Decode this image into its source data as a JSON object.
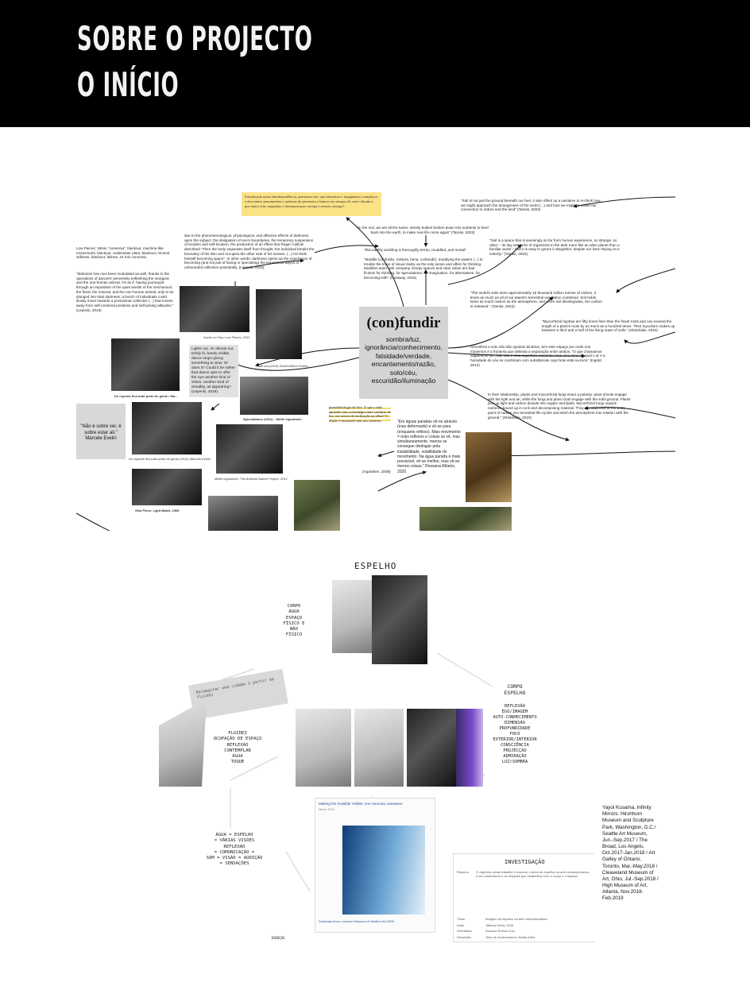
{
  "header": {
    "title_line1": "SOBRE O PROJECTO",
    "title_line2": "O INÍCIO"
  },
  "board": {
    "yellow_note": "Entrelaçada nesta interdependência, questiono-me, que narrativas e imaginários complexos e desviantes pensamentos e práticas de presentes e futuros em tempos de crise climática que tantos fins, angústias e desesperanças carrega e arrasta consigo?",
    "center_word": "(con)fundir",
    "center_pairs": [
      "sombra/luz,",
      "ignorância/conhecimento,",
      "falsidade/verdade,",
      "encantamento/razão,",
      "solo/céu,",
      "escuridão/iluminação"
    ],
    "left_quote": "\"Não é sobre ver, é sobre estar ali.\" Marcele Evelin",
    "notes": {
      "low_pieces": "Low Pieces: 15min \"conversa\", blackout, machine-like movements, blackout, underwater plant, blackout, mineral stillness, blackout, felines, 15 min converse.",
      "darkness": "\"darkness has now been modulated as well, thanks to the operations of dancers' perversely enfleshing the inorganic and the non-human animal. It's as if, having journeyed through an exposition of the quiet worlds of the mechanical, the floral, the mineral, and the non-human animal, only to be plunged into total darkness, a bunch of individuals could slowly move towards a provisional collective (...) that moves away from self-centered positions and self-posing attitudes.\" (Lepecki, 2016)",
      "phenomenological": "due to the phenomenological, physiological, and affective effects of darkness upon the subject: the dissipation of one's boundaries, the temporary suspension of location and self-location, the production of an effect that Roger Caillois described \"Then the body separates itself from thought, the individual breaks the boundary of his skin and occupies the other side of his senses. (...) He feels himself becoming space\". In other words: darkness opens up the experience of becoming (and not just of facing or spectating) the impersonal abyss of unbounded collective potentiality. (Lepecki, 2016)",
      "in_the_soil": "\"In the soil, we are all the same: merely bodies broken down into nutrients to feed back into the earth, to make new life come again\" (Tamás, 2023)",
      "earthly": "\"this earthly worlding is thoroughly terran, muddled, and mortal\"",
      "muddle": "\"Muddle (confusão, mistura, lama, confundir), muddying the waters (...) to trouble the trope of visual clarity as the only sense and affect for thinking. Muddles team with company. Empty spaces and clear vision are bad fictions for thinking, for speculations, for imagination, for alternatives, for becoming-with\" (Haraway, 2016)",
      "not_just_ground": "\"Soil is not just the ground beneath our feet, it also offers us a narrative to re-think how we might approach the strangeness of the world (...) and how we might re-vision our connection to nature and the land\" (Tamás, 2023)",
      "space": "\"Soil is a space that is seemingly so far from human experience, so strange, so other – its tiny networks of organisms in the dark more like an alien planet than a familiar world – that it is easy to ignore it altogether, despite our lives relying on it entirely.\" (Tamás, 2023)",
      "carbon": "\"The world's soils store approximately 15 thousand million tonnes of carbon, 3 times as much as all of our planet's terrestrial vegetation combined. Soil holds twice as much carbon as the atmosphere, and when soil disintegrates, the carbon is released.\" (Tamás, 2023)",
      "hyphae": "\"Mycorrhizal hyphae are fifty times finer than the finest roots and can exceed the length of a plant's roots by as much as a hundred times. Their mycelium makes up between a third and a half of the living mass of soils.\" (Sheldrake, 2023)",
      "atmosfera": "Atmosfera e solo não são opostos binários, tem este espaço por onde nos movemos é a fronteira que delimita a separação entre ambos. \"O que chamamos vagamente de chão não é uma superfície coerente, mas uma zona na qual o ar e a humidade do céu se combinam com substâncias cuja fonte está na terra\" (Ingold, 2012)",
      "relationship": "In their relationship, plants and mycorrhizal fungi enact a polarity: plant shoots engage with the light and air, while the fungi and plant roots engage with the solid ground. Plants pick up light and carbon dioxide into sugars and lipids. Mycorrhizal fungi unpack nutrients bound up in rock and decomposing material. They are stationed at the entry point of carbon into terrestrial life cycles and stitch the atmosphere into relation with the ground.\" (Sheldrake, 2023)",
      "lights_out": "Lights out. Or almost out. Dimly lit, barely visible, dance stops giving something to view. Or does it? Could it be rather that dance opts to offer the eye another kind of vision, another kind of visuality, as appearing? (Lepecki, 2016)",
      "aguas": "\"Em águas paradas vê-se através (mas deformado) e vê-se para (enquanto reflexo). Mais movimento = mais reflexos e coisas se vê, mas simultaneamente, menos se consegue distinguir pela instabilidade, volatilidade do movimento. Na água parada é mais previsível, vê-se melhor, mas vê-se menos coisas.\" Rossana Ribeiro, 2020",
      "yellow_text": "pseudobiologia da lixa. O que a mão aprende com a estratégia entre sombras de luz, em versos de inclinação ao olhar? O objeto é mostrado sem seu contexto.",
      "yellow_text_ref": "(Agamben, 2008)"
    },
    "captions": {
      "c1": "Xavier Le Roy, Low Pieces, 2011",
      "c2": "Fade out (2015) David Wilson Keeley",
      "c3": "De repente fica tudo preto de gente / Ma...",
      "c4": "Speculations (2011) – Mette Ingvartsen",
      "c5": "De repente fica tudo preto de gente (2012) Marcelo Evelin",
      "c6": "Mette Ingvartsen, The Artificial Nature Project, 2012",
      "c7": "Otto Piene: Light Ballet, 1969"
    }
  },
  "espelho": {
    "title": "ESPELHO",
    "corpo_agua": "CORPO\nÁGUA\nESPAÇO\nFÍSICO E\nNÃO\nFÍSICO",
    "corpo_espelho": "CORPO\nESPELHO",
    "concepts": "REFLEXÃO\nEGO/IMAGEM\nAUTO-CONHECIMENTO\nDIMENSÃO\nPROFUNDIDADE\nFOCO\nEXTERIOR/INTERIOR\nCONSCIÊNCIA\nPROJECÇÃO\nADMIRAÇÃO\nLUZ/SOMBRA",
    "fluidez": "FLUIDEZ\nOCUPAÇÃO DE ESPAÇO\nREFLEXÃO\nCONTEMPLAR\nÁGUA\nTOQUE",
    "equation": "ÁGUA = ESPELHO\n= VÁRIAS VISÕES\nREFLEXÃO\n= COMUNICAÇÃO =\nSOM = VISÃO = AUDIÇÃO\n= SENSAÇÕES",
    "paper_text": "Reimaginar uma cidade a partir da fluidez",
    "investigacao": "INVESTIGAÇÃO",
    "resumo_label": "Resumo",
    "resumo": "O objectivo deste trabalho é explorar o tema do espelho na arte contemporânea, o seu simbolismo e as relações que estabelece com o corpo e o espaço.",
    "table_labels": [
      "Título",
      "Autor",
      "Orientador",
      "Descrição"
    ],
    "table_values": [
      "Imagem do espelho na arte contemporânea",
      "Tatiana Vieira, 2015",
      "Doutora Teresa Cruz",
      "Tese de doutoramento, Belas Artes"
    ],
    "web_title": "Making the Invisible Visible: Ann Veronica Janssens",
    "web_caption": "Sunbeam lever, Lucerne Museum of Modern Art 2009",
    "web_sub": "March 2019",
    "footer_small": "ESBOÇOS"
  },
  "caption": "Yayoi Kusama, Infinity Mirrors: Hirshhorn Museum and Sculpture Park, Washington, D.C./ Seattle Art Museum, Jun.-Sep.2017 / The Broad, Los Angels, Oct.2017-Jan.2018 / Art Galley of Ontario, Toronto, Mar.-May.2018 / Cleaveland Museum of Art, Ohio, Jul.-Sep.2018 / High Museum of Art, Atlanta, Nov.2018-Feb.2019"
}
